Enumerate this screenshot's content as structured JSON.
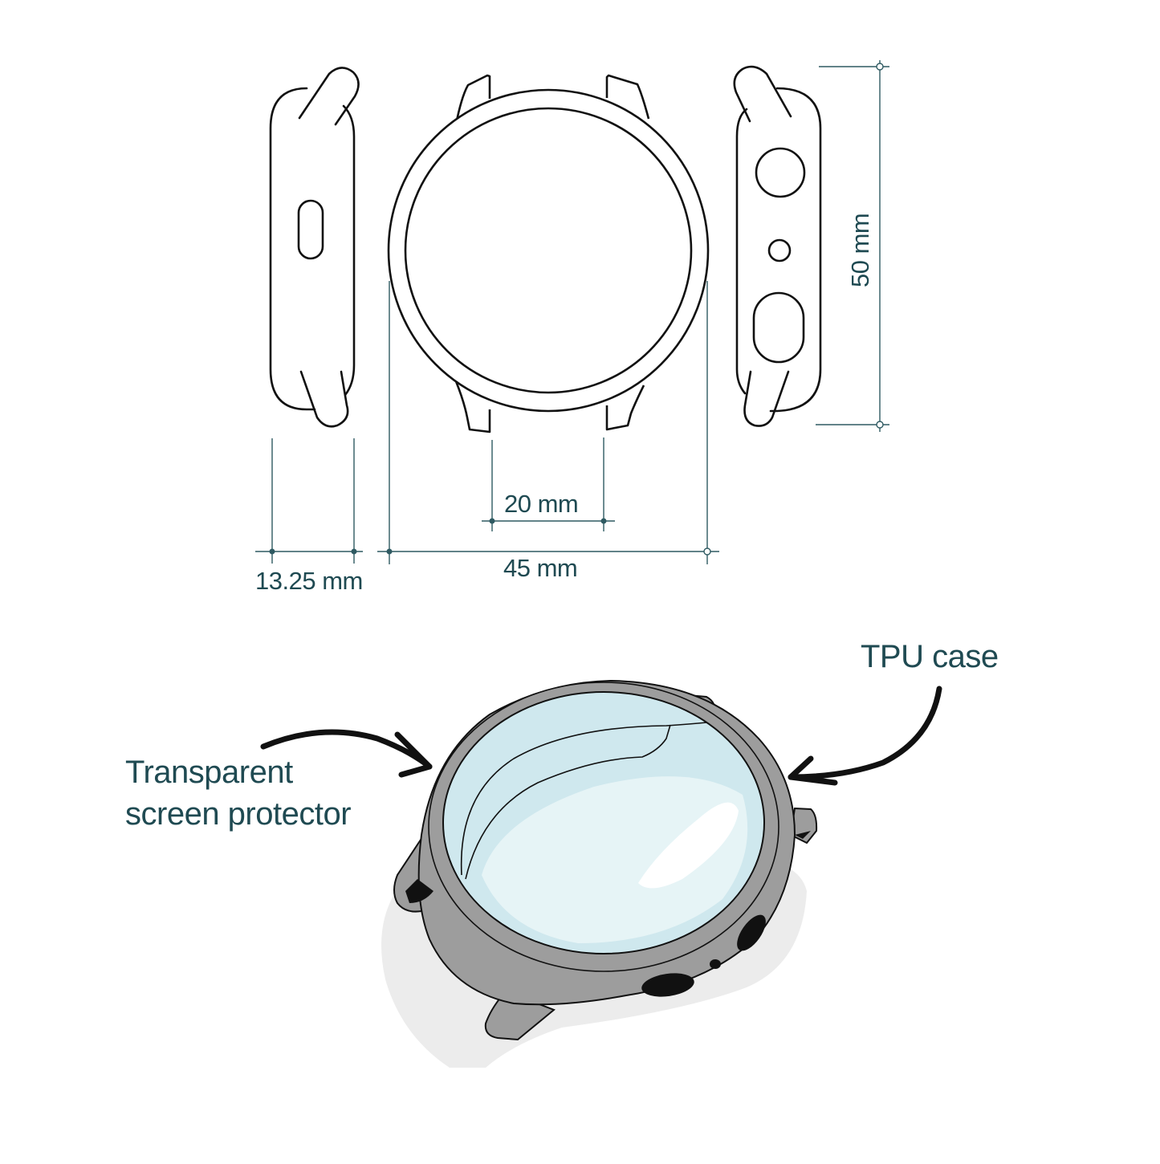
{
  "diagram": {
    "subject": "Smartwatch TPU case with screen protector",
    "colors": {
      "outline": "#111111",
      "dimension_line": "#2f5a62",
      "label_text": "#1f4a52",
      "case_gray": "#9d9d9d",
      "glass_blue": "#cfe8ee",
      "glass_highlight": "#e6f4f6",
      "shadow": "#ececec",
      "background": "#ffffff"
    },
    "views": {
      "left_side": "side view (button side)",
      "front": "front view",
      "right_side": "side view (ports side)",
      "perspective": "3D perspective view"
    },
    "dimensions": {
      "thickness": "13.25 mm",
      "width": "45 mm",
      "strap_width": "20 mm",
      "height": "50 mm"
    },
    "callouts": {
      "tpu_case": "TPU case",
      "screen_protector_line1": "Transparent",
      "screen_protector_line2": "screen protector"
    }
  }
}
